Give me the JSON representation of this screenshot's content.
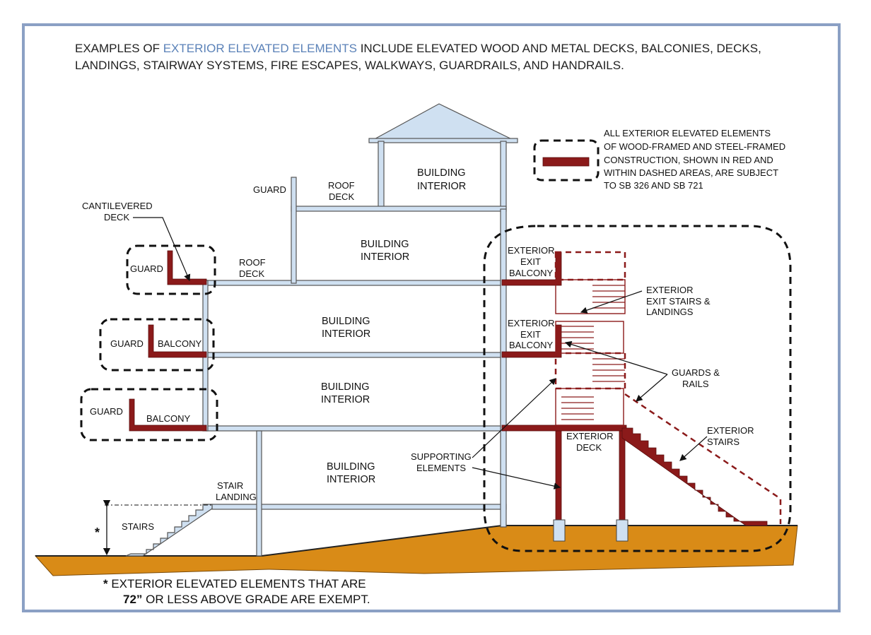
{
  "intro": {
    "prefix": "EXAMPLES OF ",
    "highlight": "EXTERIOR ELEVATED ELEMENTS",
    "suffix": " INCLUDE ELEVATED WOOD AND METAL DECKS, BALCONIES, DECKS, LANDINGS, STAIRWAY SYSTEMS, FIRE ESCAPES, WALKWAYS, GUARDRAILS, AND HANDRAILS."
  },
  "legend": {
    "line1": "ALL EXTERIOR ELEVATED ELEMENTS",
    "line2": "OF WOOD-FRAMED AND STEEL-FRAMED",
    "line3": "CONSTRUCTION, SHOWN IN RED AND",
    "line4": "WITHIN DASHED AREAS, ARE SUBJECT",
    "line5": "TO SB 326 AND SB 721"
  },
  "labels": {
    "guard_top": "GUARD",
    "roof_deck_top_1": "ROOF",
    "roof_deck_top_2": "DECK",
    "interior_top_1": "BUILDING",
    "interior_top_2": "INTERIOR",
    "cantilevered_1": "CANTILEVERED",
    "cantilevered_2": "DECK",
    "guard_1": "GUARD",
    "roof_deck_1": "ROOF",
    "roof_deck_2": "DECK",
    "interior_3_1": "BUILDING",
    "interior_3_2": "INTERIOR",
    "guard_2": "GUARD",
    "balcony_2": "BALCONY",
    "interior_2_1": "BUILDING",
    "interior_2_2": "INTERIOR",
    "guard_3": "GUARD",
    "balcony_3": "BALCONY",
    "interior_1_1": "BUILDING",
    "interior_1_2": "INTERIOR",
    "interior_0_1": "BUILDING",
    "interior_0_2": "INTERIOR",
    "stair_landing_1": "STAIR",
    "stair_landing_2": "LANDING",
    "stairs": "STAIRS",
    "asterisk": "*",
    "exit_balcony_top_1": "EXTERIOR",
    "exit_balcony_top_2": "EXIT",
    "exit_balcony_top_3": "BALCONY",
    "exit_balcony_mid_1": "EXTERIOR",
    "exit_balcony_mid_2": "EXIT",
    "exit_balcony_mid_3": "BALCONY",
    "exit_stairs_1": "EXTERIOR",
    "exit_stairs_2": "EXIT STAIRS &",
    "exit_stairs_3": "LANDINGS",
    "guards_rails_1": "GUARDS &",
    "guards_rails_2": "RAILS",
    "supporting_1": "SUPPORTING",
    "supporting_2": "ELEMENTS",
    "ext_deck_1": "EXTERIOR",
    "ext_deck_2": "DECK",
    "ext_stairs_1": "EXTERIOR",
    "ext_stairs_2": "STAIRS"
  },
  "footnote": {
    "star": "*",
    "line1": " EXTERIOR ELEVATED ELEMENTS THAT ARE",
    "bold": "72”",
    "line2": " OR LESS ABOVE GRADE ARE EXEMPT."
  },
  "colors": {
    "red_element": "#8b1a1a",
    "building_fill": "#cfe0f1",
    "ground": "#d98b17",
    "frame": "#8ba0c4",
    "highlight": "#5b82b8"
  }
}
